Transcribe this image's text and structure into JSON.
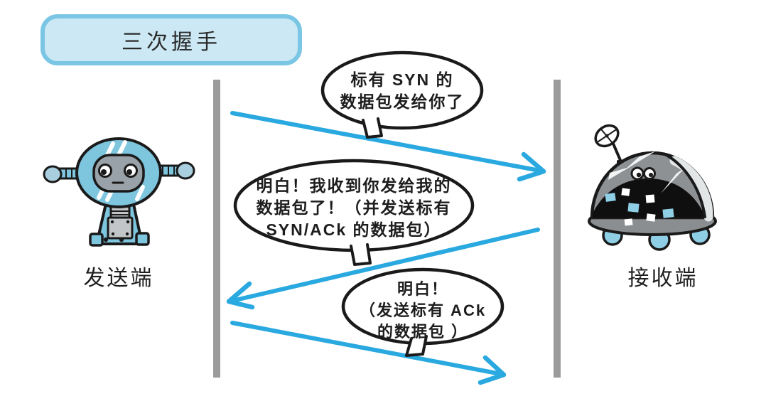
{
  "title": "三次握手",
  "endpoints": {
    "sender": "发送端",
    "receiver": "接收端"
  },
  "messages": [
    {
      "step": 1,
      "direction": "sender-to-receiver",
      "bubble_lines": [
        "标有 SYN 的",
        "数据包发给你了"
      ]
    },
    {
      "step": 2,
      "direction": "receiver-to-sender",
      "bubble_lines": [
        "明白！我收到你发给我的",
        "数据包了！（并发送标有",
        "SYN/ACk 的数据包）"
      ]
    },
    {
      "step": 3,
      "direction": "sender-to-receiver",
      "bubble_lines": [
        "明白！",
        "（发送标有 ACk",
        "的数据包 ）"
      ]
    }
  ],
  "icons": {
    "sender_robot": "blue-robot-icon",
    "receiver_robot": "ufo-robot-icon",
    "dish": "satellite-dish-icon"
  },
  "colors": {
    "arrow": "#29A9E0",
    "title_border": "#7AC6E4",
    "title_fill": "#CBE8F4",
    "lifeline": "#9B9B9B",
    "robot_blue": "#7EC5DE",
    "square_blue": "#8ECFE6"
  }
}
